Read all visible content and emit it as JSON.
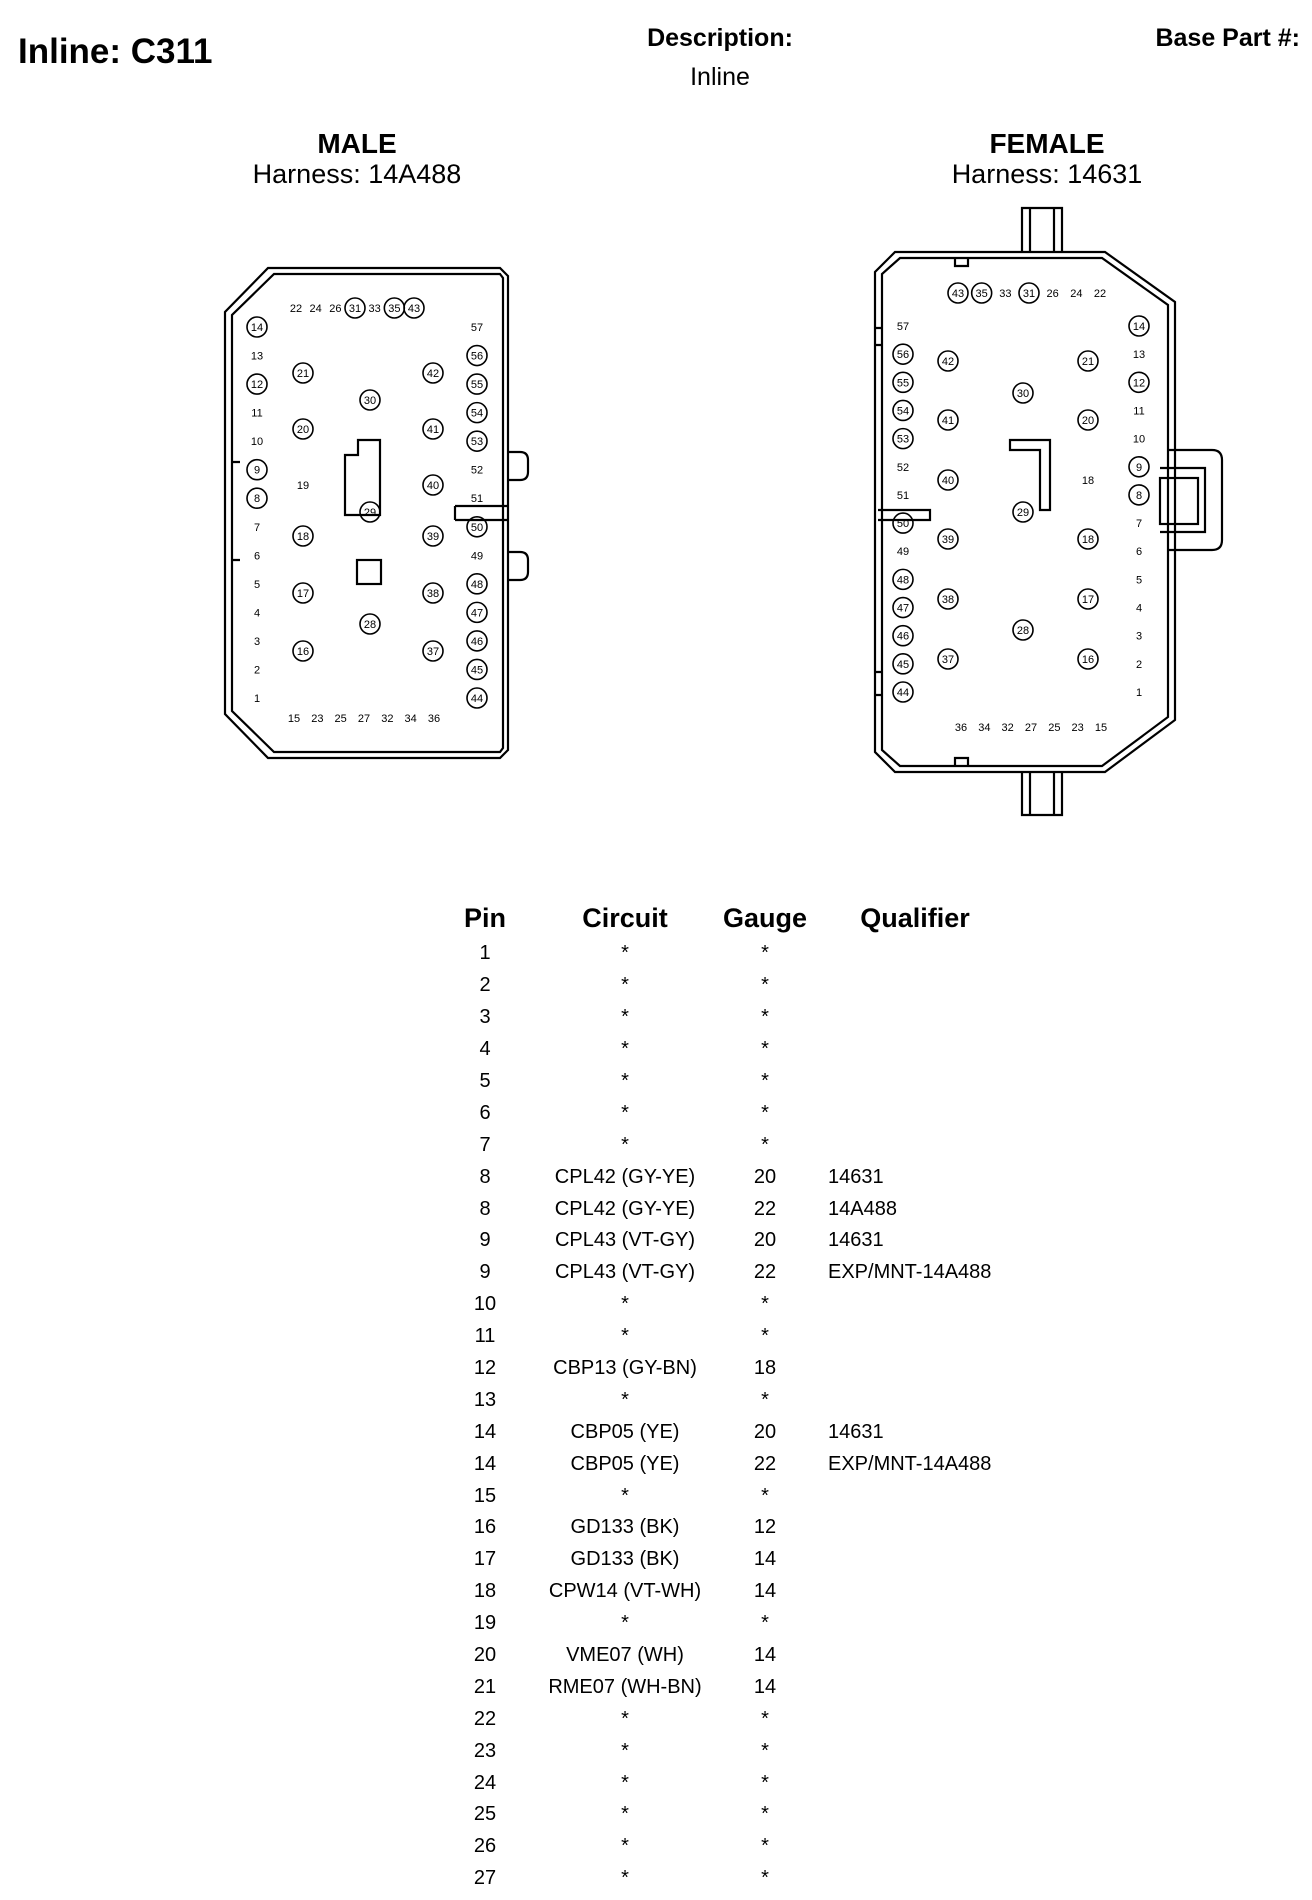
{
  "header": {
    "title": "Inline: C311",
    "description_label": "Description:",
    "description_value": "Inline",
    "base_part_label": "Base Part #:"
  },
  "male": {
    "title": "MALE",
    "harness": "Harness: 14A488",
    "top_labels": [
      "22",
      "24",
      "26",
      "31",
      "33",
      "35",
      "43"
    ],
    "top_circled": [
      false,
      false,
      false,
      true,
      false,
      true,
      true
    ],
    "bottom_labels": [
      "15",
      "23",
      "25",
      "27",
      "32",
      "34",
      "36"
    ],
    "left_labels": [
      "14",
      "13",
      "12",
      "11",
      "10",
      "9",
      "8",
      "7",
      "6",
      "5",
      "4",
      "3",
      "2",
      "1"
    ],
    "left_circled": [
      true,
      false,
      true,
      false,
      false,
      true,
      true,
      false,
      false,
      false,
      false,
      false,
      false,
      false
    ],
    "right_labels": [
      "57",
      "56",
      "55",
      "54",
      "53",
      "52",
      "51",
      "50",
      "49",
      "48",
      "47",
      "46",
      "45",
      "44"
    ],
    "right_circled": [
      false,
      true,
      true,
      true,
      true,
      false,
      false,
      true,
      false,
      true,
      true,
      true,
      true,
      true
    ],
    "inner_left": [
      "21",
      "20",
      "19",
      "18",
      "17",
      "16"
    ],
    "inner_left_circled": [
      true,
      true,
      false,
      true,
      true,
      true
    ],
    "inner_center": [
      "30",
      "29",
      "28"
    ],
    "inner_right": [
      "42",
      "41",
      "40",
      "39",
      "38",
      "37"
    ]
  },
  "female": {
    "title": "FEMALE",
    "harness": "Harness: 14631",
    "top_labels": [
      "43",
      "35",
      "33",
      "31",
      "26",
      "24",
      "22"
    ],
    "top_circled": [
      true,
      true,
      false,
      true,
      false,
      false,
      false
    ],
    "bottom_labels": [
      "36",
      "34",
      "32",
      "27",
      "25",
      "23",
      "15"
    ],
    "left_labels": [
      "57",
      "56",
      "55",
      "54",
      "53",
      "52",
      "51",
      "50",
      "49",
      "48",
      "47",
      "46",
      "45",
      "44"
    ],
    "left_circled": [
      false,
      true,
      true,
      true,
      true,
      false,
      false,
      true,
      false,
      true,
      true,
      true,
      true,
      true
    ],
    "right_labels": [
      "14",
      "13",
      "12",
      "11",
      "10",
      "9",
      "8",
      "7",
      "6",
      "5",
      "4",
      "3",
      "2",
      "1"
    ],
    "right_circled": [
      true,
      false,
      true,
      false,
      false,
      true,
      true,
      false,
      false,
      false,
      false,
      false,
      false,
      false
    ],
    "inner_left": [
      "42",
      "41",
      "40",
      "39",
      "38",
      "37"
    ],
    "inner_center": [
      "30",
      "29",
      "28"
    ],
    "inner_right": [
      "21",
      "20",
      "18",
      "18",
      "17",
      "16"
    ],
    "inner_right_circled": [
      true,
      true,
      false,
      true,
      true,
      true
    ]
  },
  "table": {
    "headers": [
      "Pin",
      "Circuit",
      "Gauge",
      "Qualifier"
    ],
    "rows": [
      [
        "1",
        "*",
        "*",
        ""
      ],
      [
        "2",
        "*",
        "*",
        ""
      ],
      [
        "3",
        "*",
        "*",
        ""
      ],
      [
        "4",
        "*",
        "*",
        ""
      ],
      [
        "5",
        "*",
        "*",
        ""
      ],
      [
        "6",
        "*",
        "*",
        ""
      ],
      [
        "7",
        "*",
        "*",
        ""
      ],
      [
        "8",
        "CPL42 (GY-YE)",
        "20",
        "14631"
      ],
      [
        "8",
        "CPL42 (GY-YE)",
        "22",
        "14A488"
      ],
      [
        "9",
        "CPL43 (VT-GY)",
        "20",
        "14631"
      ],
      [
        "9",
        "CPL43 (VT-GY)",
        "22",
        "EXP/MNT-14A488"
      ],
      [
        "10",
        "*",
        "*",
        ""
      ],
      [
        "11",
        "*",
        "*",
        ""
      ],
      [
        "12",
        "CBP13 (GY-BN)",
        "18",
        ""
      ],
      [
        "13",
        "*",
        "*",
        ""
      ],
      [
        "14",
        "CBP05 (YE)",
        "20",
        "14631"
      ],
      [
        "14",
        "CBP05 (YE)",
        "22",
        "EXP/MNT-14A488"
      ],
      [
        "15",
        "*",
        "*",
        ""
      ],
      [
        "16",
        "GD133 (BK)",
        "12",
        ""
      ],
      [
        "17",
        "GD133 (BK)",
        "14",
        ""
      ],
      [
        "18",
        "CPW14 (VT-WH)",
        "14",
        ""
      ],
      [
        "19",
        "*",
        "*",
        ""
      ],
      [
        "20",
        "VME07 (WH)",
        "14",
        ""
      ],
      [
        "21",
        "RME07 (WH-BN)",
        "14",
        ""
      ],
      [
        "22",
        "*",
        "*",
        ""
      ],
      [
        "23",
        "*",
        "*",
        ""
      ],
      [
        "24",
        "*",
        "*",
        ""
      ],
      [
        "25",
        "*",
        "*",
        ""
      ],
      [
        "26",
        "*",
        "*",
        ""
      ],
      [
        "27",
        "*",
        "*",
        ""
      ]
    ]
  }
}
